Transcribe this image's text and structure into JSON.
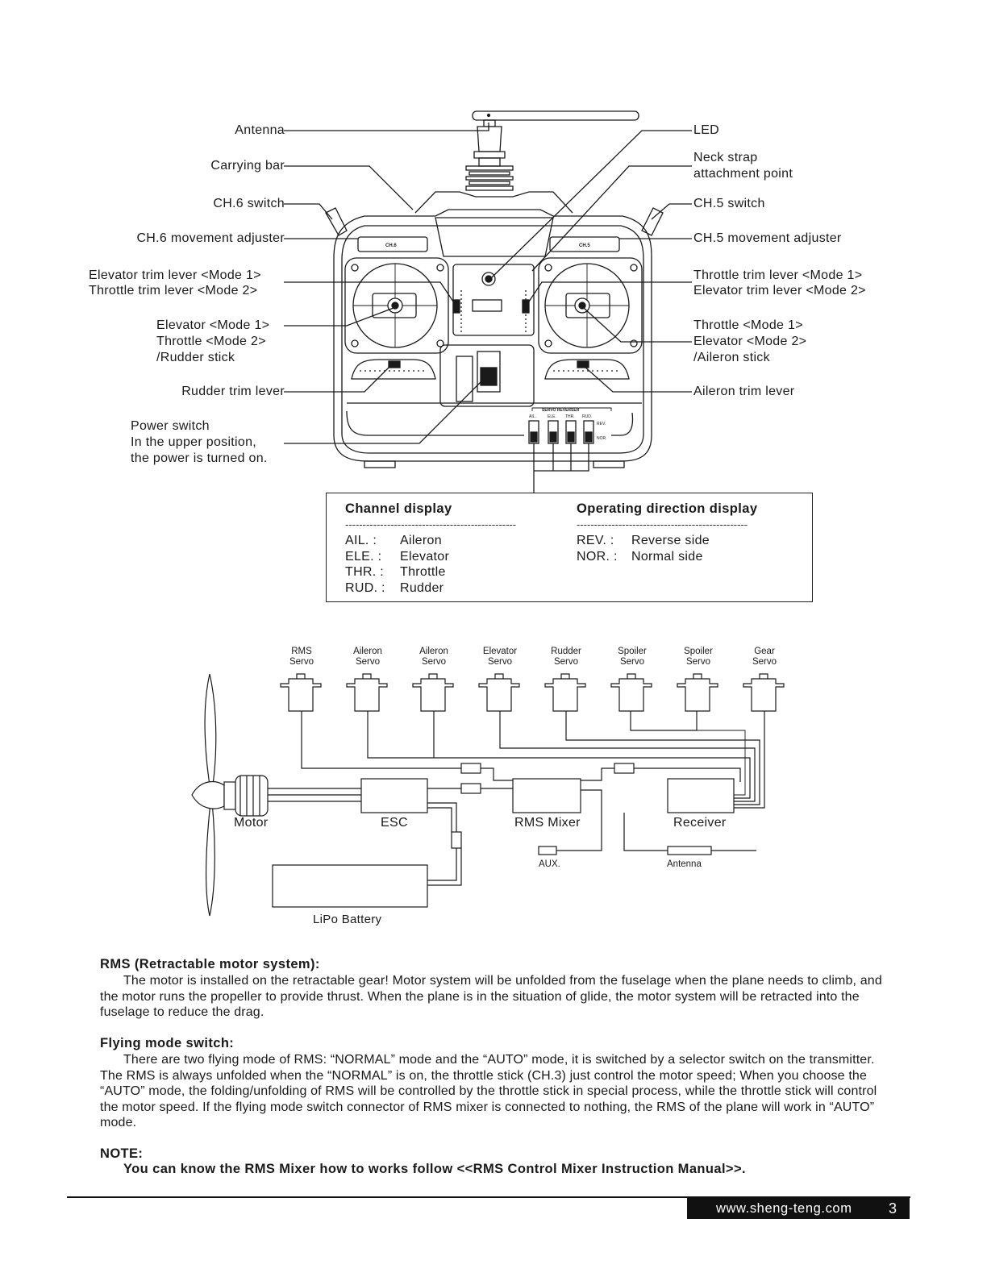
{
  "transmitter": {
    "labels_left": {
      "antenna": "Antenna",
      "carrying_bar": "Carrying bar",
      "ch6_switch": "CH.6 switch",
      "ch6_adjuster": "CH.6 movement adjuster",
      "elev_trim_1": "Elevator trim lever <Mode 1>",
      "elev_trim_2": "Throttle trim lever <Mode 2>",
      "stick_l1": "Elevator <Mode 1>",
      "stick_l2": "Throttle <Mode 2>",
      "stick_l3": "/Rudder stick",
      "rudder_trim": "Rudder trim lever",
      "power_1": "Power switch",
      "power_2": "In the upper position,",
      "power_3": "the power is turned on."
    },
    "labels_right": {
      "led": "LED",
      "neck_1": "Neck strap",
      "neck_2": "attachment point",
      "ch5_switch": "CH.5 switch",
      "ch5_adjuster": "CH.5 movement adjuster",
      "thr_trim_1": "Throttle trim lever <Mode 1>",
      "thr_trim_2": "Elevator trim lever <Mode 2>",
      "stick_r1": "Throttle <Mode 1>",
      "stick_r2": "Elevator <Mode 2>",
      "stick_r3": "/Aileron stick",
      "aileron_trim": "Aileron trim lever"
    },
    "device_text": {
      "ch6": "CH.6",
      "ch5": "CH.5",
      "servo_reverser": "SERVO REVERSER",
      "ail": "AIL.",
      "ele": "ELE.",
      "thr": "THR.",
      "rud": "RUD.",
      "rev": "REV.",
      "nor": "NOR."
    }
  },
  "legend_box": {
    "channel_heading": "Channel display",
    "direction_heading": "Operating direction display",
    "dashes": "-------------------------------------------------",
    "channels": [
      {
        "code": "AIL. :",
        "name": "Aileron"
      },
      {
        "code": "ELE. :",
        "name": "Elevator"
      },
      {
        "code": "THR. :",
        "name": "Throttle"
      },
      {
        "code": "RUD. :",
        "name": "Rudder"
      }
    ],
    "directions": [
      {
        "code": "REV. :",
        "name": "Reverse side"
      },
      {
        "code": "NOR. :",
        "name": "Normal side"
      }
    ]
  },
  "wiring": {
    "servos": [
      {
        "l1": "RMS",
        "l2": "Servo"
      },
      {
        "l1": "Aileron",
        "l2": "Servo"
      },
      {
        "l1": "Aileron",
        "l2": "Servo"
      },
      {
        "l1": "Elevator",
        "l2": "Servo"
      },
      {
        "l1": "Rudder",
        "l2": "Servo"
      },
      {
        "l1": "Spoiler",
        "l2": "Servo"
      },
      {
        "l1": "Spoiler",
        "l2": "Servo"
      },
      {
        "l1": "Gear",
        "l2": "Servo"
      }
    ],
    "motor": "Motor",
    "esc": "ESC",
    "rms_mixer": "RMS Mixer",
    "receiver": "Receiver",
    "aux": "AUX.",
    "antenna": "Antenna",
    "battery": "LiPo Battery"
  },
  "text": {
    "rms_heading": "RMS (Retractable motor system):",
    "rms_body": "The motor is installed on the retractable gear! Motor system will be unfolded from the fuselage when the plane needs to climb, and the motor runs the propeller to provide thrust. When the plane is in the situation of glide, the motor system will be retracted into the fuselage to reduce the drag.",
    "flying_heading": "Flying mode switch:",
    "flying_body": "There are two flying mode of RMS: “NORMAL” mode and the “AUTO” mode, it is switched by a selector switch on the transmitter. The RMS is always unfolded when the “NORMAL” is on, the throttle stick (CH.3) just control the motor speed; When you choose the “AUTO” mode, the folding/unfolding of RMS will be controlled by the throttle stick in special process, while the throttle stick will control the motor speed. If the flying mode switch connector of RMS mixer is connected to nothing, the RMS of the plane will work in “AUTO” mode.",
    "note_heading": "NOTE:",
    "note_body": "You can know the RMS Mixer how to works follow <<RMS Control Mixer Instruction Manual>>."
  },
  "footer": {
    "site": "www.sheng-teng.com",
    "page": "3"
  }
}
